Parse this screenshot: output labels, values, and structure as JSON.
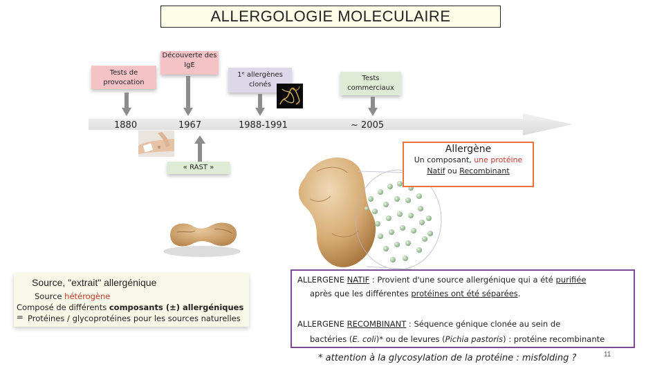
{
  "title": "ALLERGOLOGIE MOLECULAIRE",
  "timeline": {
    "events": [
      {
        "label": "Tests de provocation",
        "year": "1880"
      },
      {
        "label_line1": "Découverte des",
        "label_line2": "IgE",
        "year": "1967"
      },
      {
        "label_line1": "1ᵉ allergènes",
        "label_line2": "clonés",
        "year": "1988-1991"
      },
      {
        "label_line1": "Tests",
        "label_line2": "commerciaux",
        "year": "~ 2005"
      }
    ],
    "rast_label": "« RAST »"
  },
  "allergene": {
    "title": "Allergène",
    "line1_a": "Un composant, ",
    "line1_b": "une protéine",
    "natif": "Natif",
    "ou": " ou ",
    "recombinant": "Recombinant"
  },
  "source": {
    "title": "Source, \"extrait\" allergénique",
    "line1_a": "Source ",
    "line1_b": "hétérogène",
    "line2_a": "Composé de différents ",
    "line2_b": "composants (±) allergéniques",
    "line2_c": " =",
    "line3": "Protéines / glycoprotéines pour les sources naturelles"
  },
  "native_recombinant": {
    "natif_label": "ALLERGENE ",
    "natif_word": "NATIF",
    "natif_text": " : Provient d'une source allergénique qui a été ",
    "natif_purifiee": "purifiée",
    "natif_line2_a": "après que les différentes ",
    "natif_line2_b": "protéines ont été séparées",
    "natif_line2_c": ".",
    "recomb_label": "ALLERGENE ",
    "recomb_word": "RECOMBINANT",
    "recomb_text": " : Séquence génique clonée au sein de",
    "recomb_line2_a": "bactéries (",
    "recomb_line2_b": "E. coli",
    "recomb_line2_c": ")* ou de levures (",
    "recomb_line2_d": "Pichia pastoris",
    "recomb_line2_e": ") : protéine recombinante"
  },
  "footnote": "* attention à la glycosylation de la protéine : misfolding ?",
  "page_number": "11",
  "colors": {
    "pink": "#f5c2c6",
    "orange_border": "#e8743b",
    "purple_border": "#7b4a91",
    "arrow_gray": "#e6e6e6"
  }
}
